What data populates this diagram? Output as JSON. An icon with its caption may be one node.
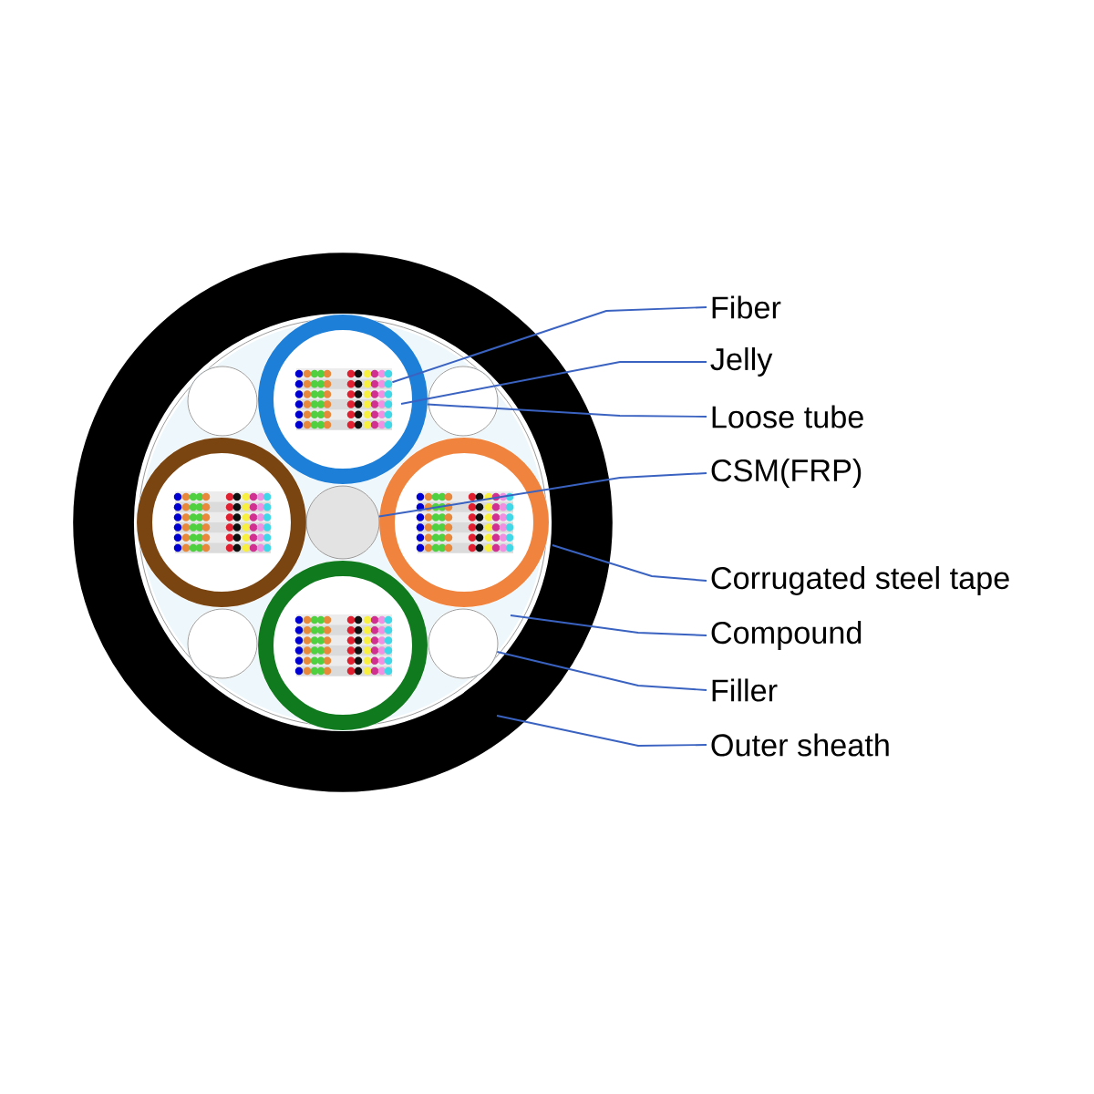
{
  "diagram": {
    "nodes": [
      {
        "text": [
          "Fiber"
        ]
      },
      {
        "text": [
          "Jelly"
        ]
      },
      {
        "text": [
          "Loose tube"
        ]
      },
      {
        "text": [
          "CSM(FRP)"
        ]
      },
      {
        "text": [
          "Corrugated steel tape"
        ]
      },
      {
        "text": [
          "Compound"
        ]
      },
      {
        "text": [
          "Filler"
        ]
      },
      {
        "text": [
          "Outer sheath"
        ]
      },
      {
        "text": [],
        "shape": "circle"
      },
      {
        "text": [],
        "shape": "circle",
        "in": 8
      },
      {
        "text": [],
        "shape": "circle",
        "in": 9
      },
      {
        "text": [],
        "shape": "circle",
        "in": 9
      },
      {
        "text": [],
        "shape": "picture",
        "in": 11
      },
      {
        "text": [],
        "shape": "circle",
        "in": 9
      },
      {
        "text": [],
        "shape": "picture",
        "in": 13
      },
      {
        "text": [],
        "shape": "circle",
        "in": 9
      },
      {
        "text": [],
        "shape": "circle",
        "in": 9
      },
      {
        "text": [],
        "shape": "picture",
        "in": 16
      },
      {
        "text": [],
        "shape": "circle",
        "in": 9
      },
      {
        "text": [],
        "shape": "picture",
        "in": 18
      },
      {
        "text": [],
        "shape": "circle",
        "in": 9
      },
      {
        "text": [],
        "shape": "circle",
        "in": 9
      },
      {
        "text": [],
        "shape": "circle",
        "in": 9
      },
      {
        "text": [],
        "shape": "circle",
        "in": 9
      }
    ],
    "edges": [
      {
        "from": 0,
        "to": 12,
        "arrow": "none"
      },
      {
        "from": 1,
        "to": 11,
        "arrow": "none"
      },
      {
        "from": 2,
        "to": 11,
        "arrow": "none"
      },
      {
        "from": 3,
        "to": 15,
        "arrow": "none"
      },
      {
        "from": 4,
        "to": 9,
        "arrow": "none"
      },
      {
        "from": 5,
        "to": 10,
        "arrow": "none"
      },
      {
        "from": 6,
        "to": 23,
        "arrow": "none"
      },
      {
        "from": 7,
        "to": 8,
        "arrow": "none"
      }
    ]
  }
}
